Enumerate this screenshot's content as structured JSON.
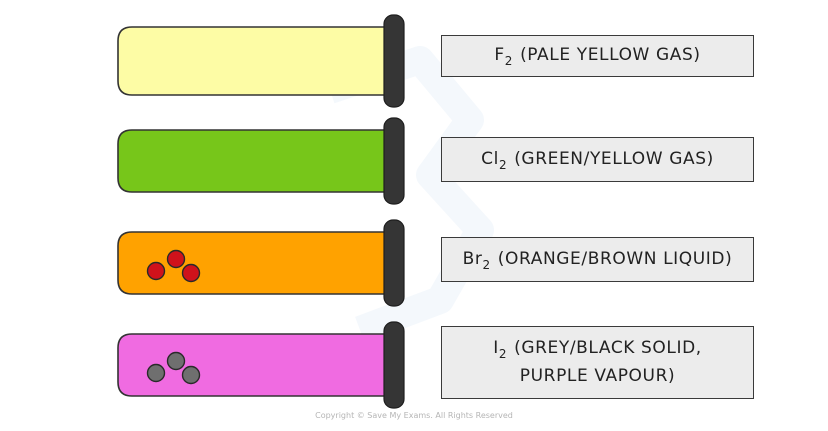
{
  "tubes": [
    {
      "color": "#fdfca5",
      "particles": null
    },
    {
      "color": "#77c61a",
      "particles": null
    },
    {
      "color": "#ffa200",
      "particles": "#d0121b"
    },
    {
      "color": "#f06be1",
      "particles": "#6f6f6f"
    }
  ],
  "labels": [
    {
      "formula": "F",
      "subscript": "2",
      "line1": "(PALE  YELLOW  GAS)",
      "line2": ""
    },
    {
      "formula": "Cl",
      "subscript": "2",
      "line1": "(GREEN/YELLOW  GAS)",
      "line2": ""
    },
    {
      "formula": "Br",
      "subscript": "2",
      "line1": "(ORANGE/BROWN  LIQUID)",
      "line2": ""
    },
    {
      "formula": "I",
      "subscript": "2",
      "line1": "(GREY/BLACK  SOLID,",
      "line2": "PURPLE  VAPOUR)"
    }
  ],
  "stopper_color": "#353535",
  "copyright": "Copyright © Save My Exams. All Rights Reserved"
}
